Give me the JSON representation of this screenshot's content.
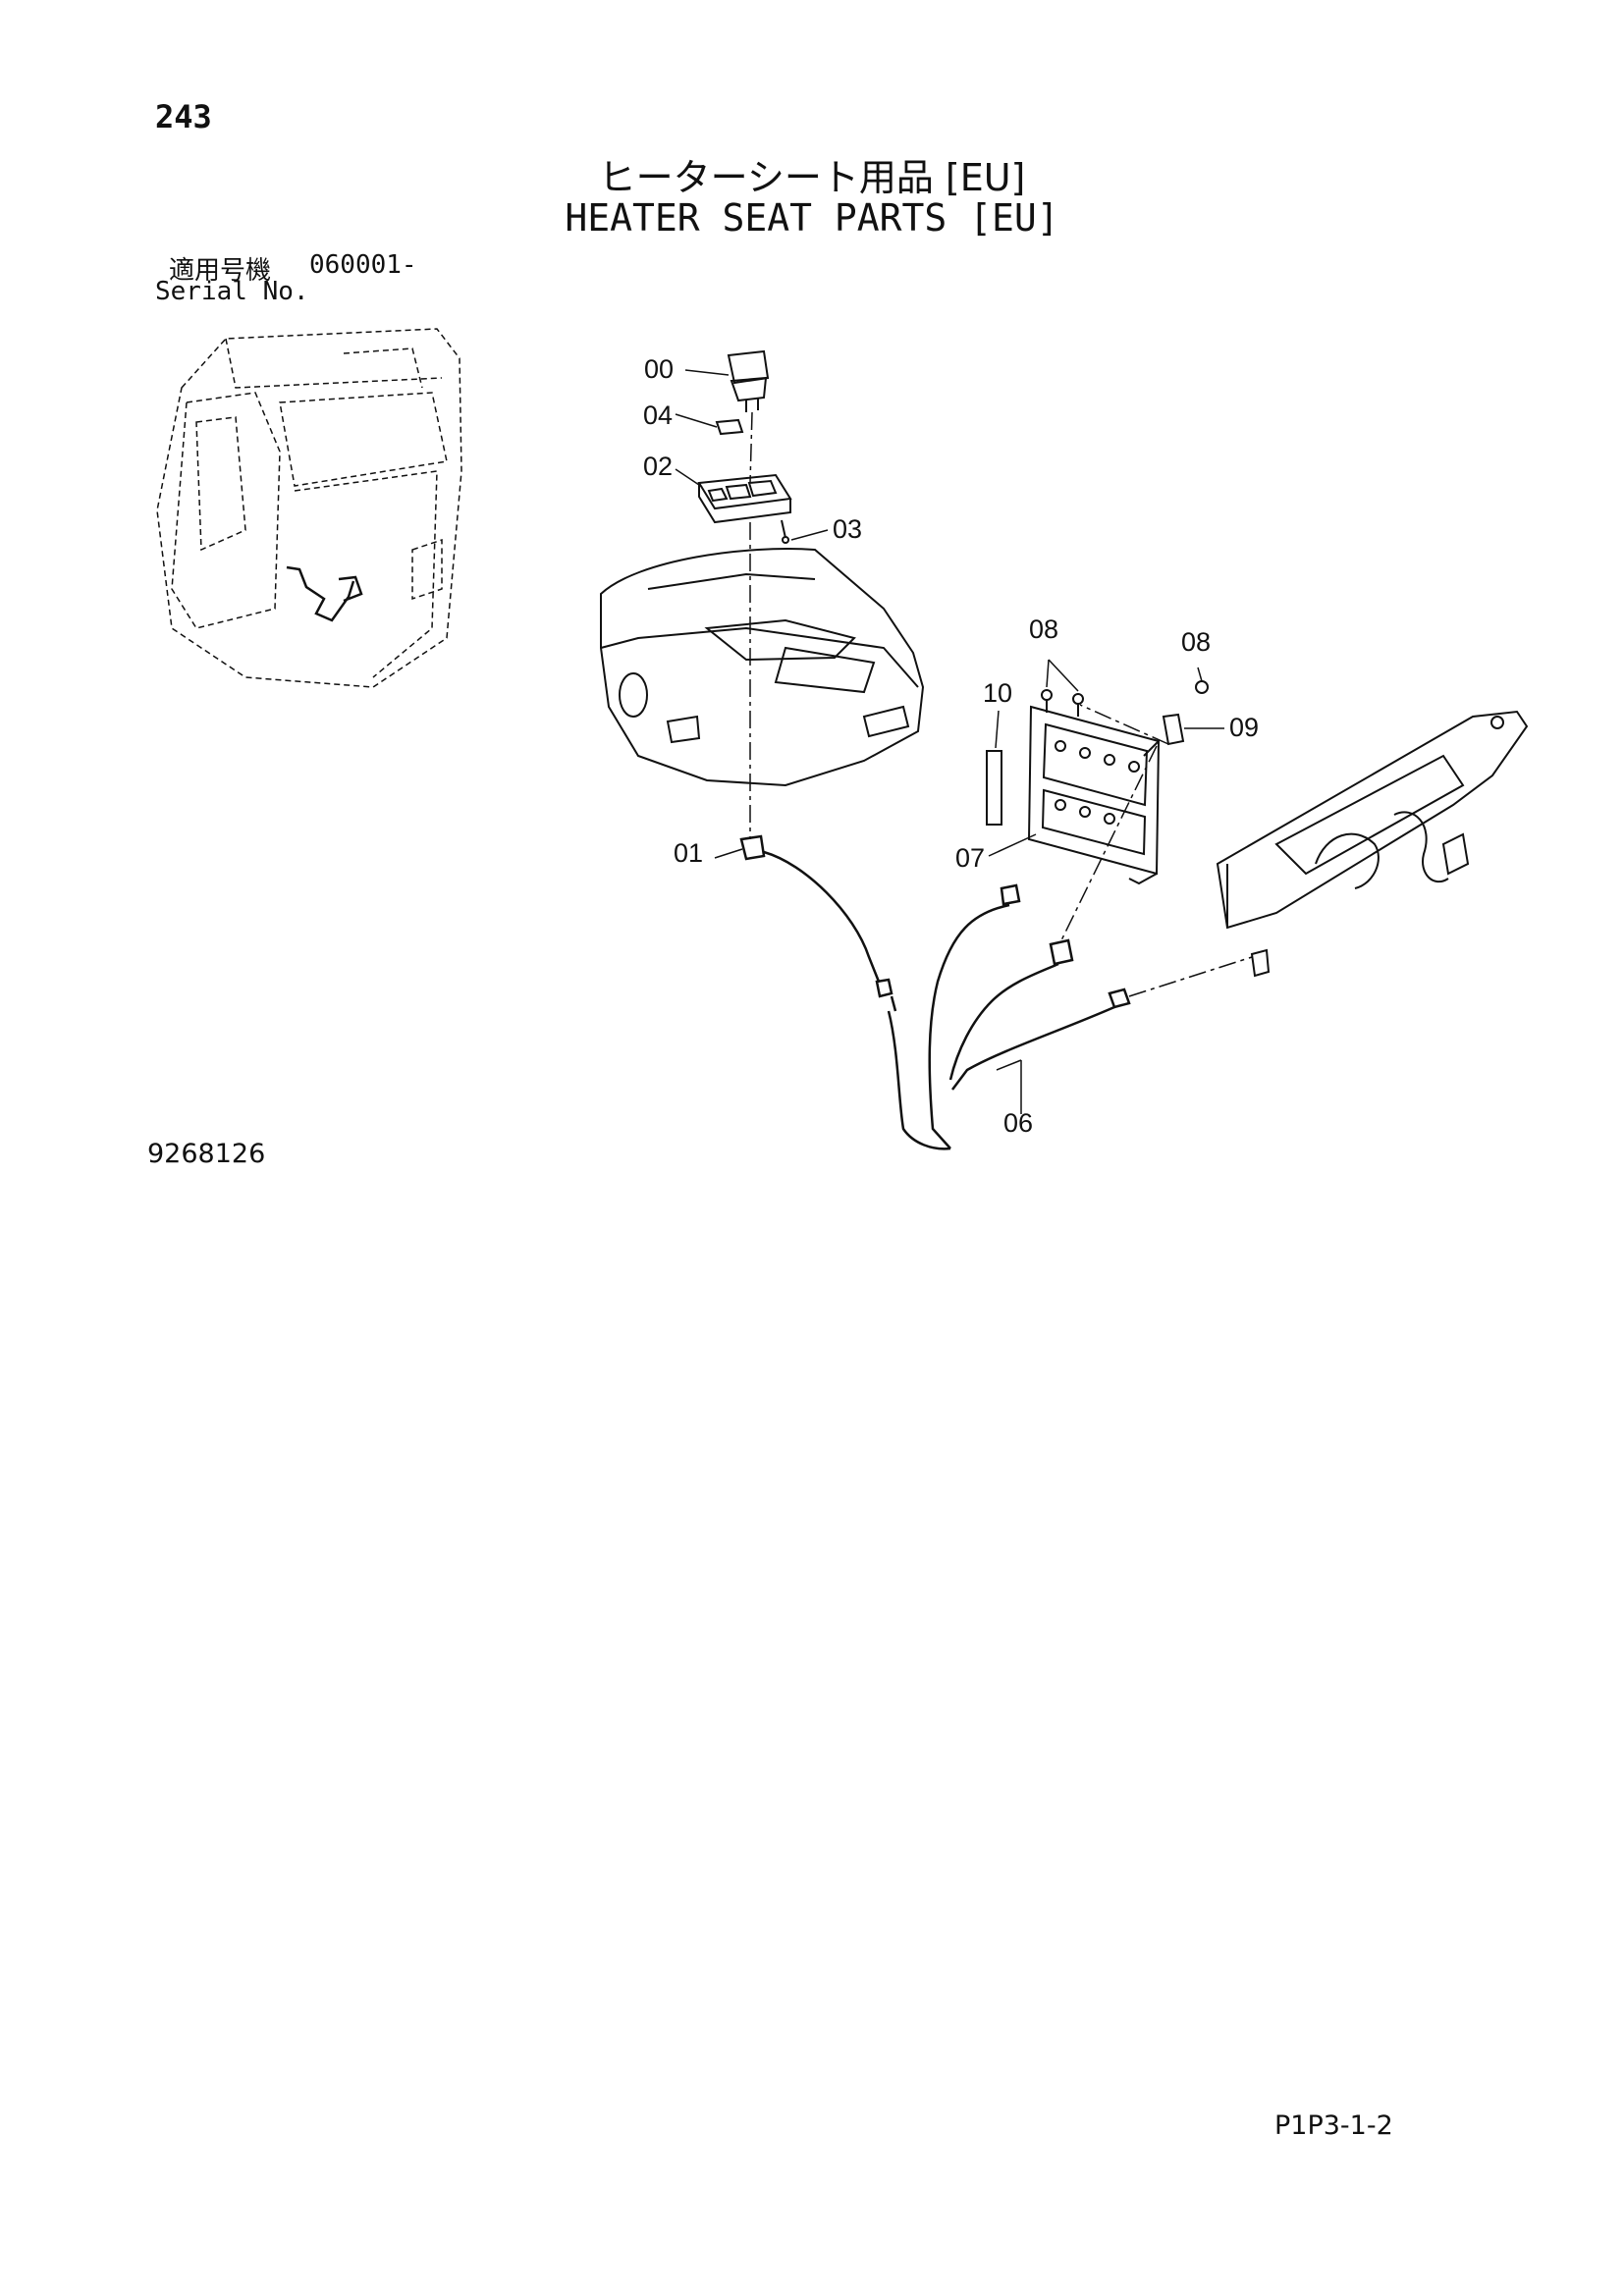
{
  "page": {
    "number": "243",
    "title_jp": "ヒーターシート用品 [EU]",
    "title_en": "HEATER SEAT PARTS [EU]",
    "serial_label_jp": "適用号機",
    "serial_label_en": "Serial No.",
    "serial_value": "060001-",
    "drawing_number": "9268126",
    "page_code": "P1P3-1-2"
  },
  "callouts": [
    "00",
    "04",
    "02",
    "03",
    "08",
    "08",
    "10",
    "09",
    "01",
    "07",
    "06"
  ],
  "colors": {
    "line": "#111111",
    "background": "#ffffff"
  }
}
